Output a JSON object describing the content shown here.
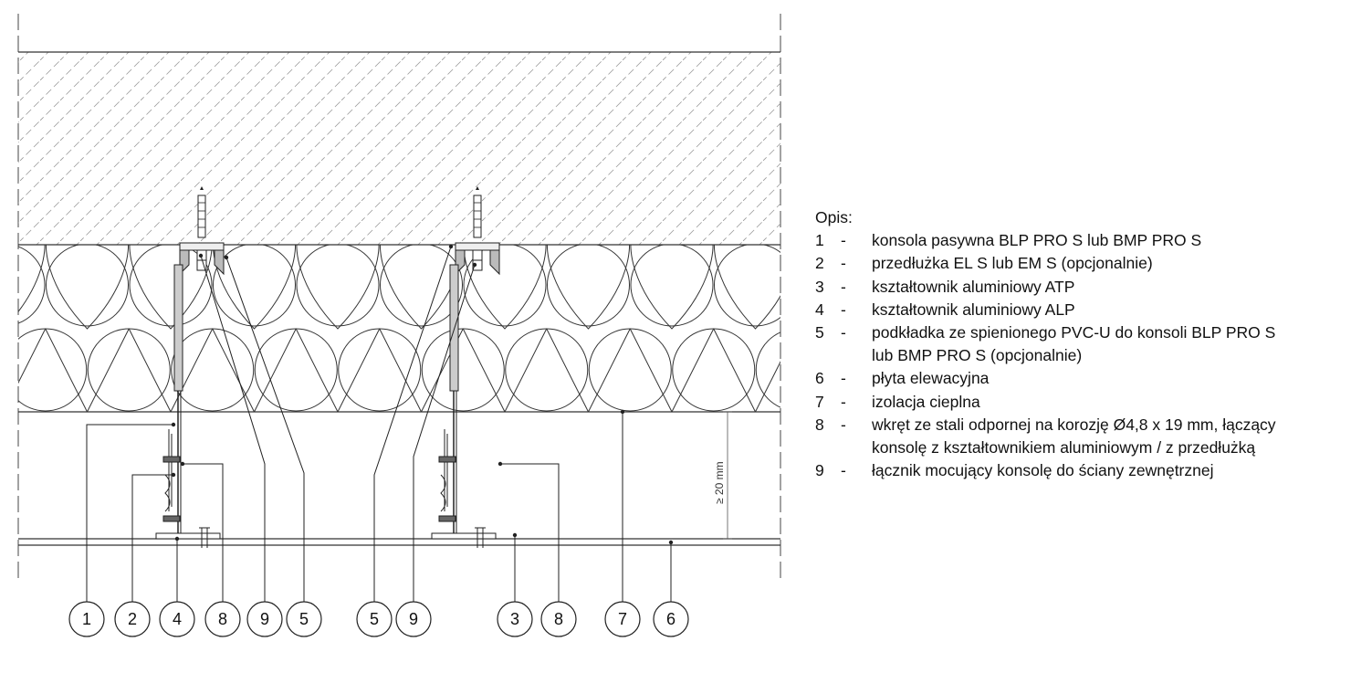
{
  "legend": {
    "title": "Opis:",
    "items": [
      {
        "num": "1",
        "text": "konsola pasywna BLP PRO S lub BMP PRO S"
      },
      {
        "num": "2",
        "text": "przedłużka EL S lub EM S (opcjonalnie)"
      },
      {
        "num": "3",
        "text": "kształtownik aluminiowy ATP"
      },
      {
        "num": "4",
        "text": "kształtownik aluminiowy ALP"
      },
      {
        "num": "5",
        "text": "podkładka ze spienionego PVC-U do konsoli BLP PRO S",
        "cont": "lub BMP PRO S (opcjonalnie)"
      },
      {
        "num": "6",
        "text": "płyta elewacyjna"
      },
      {
        "num": "7",
        "text": "izolacja cieplna"
      },
      {
        "num": "8",
        "text": "wkręt ze stali odpornej na korozję Ø4,8 x 19 mm, łączący",
        "cont": "konsolę z kształtownikiem aluminiowym / z przedłużką"
      },
      {
        "num": "9",
        "text": "łącznik mocujący konsolę do ściany zewnętrznej"
      }
    ]
  },
  "dimension": "≥ 20 mm",
  "callouts": [
    "1",
    "2",
    "4",
    "8",
    "9",
    "5",
    "5",
    "9",
    "3",
    "8",
    "7",
    "6"
  ]
}
